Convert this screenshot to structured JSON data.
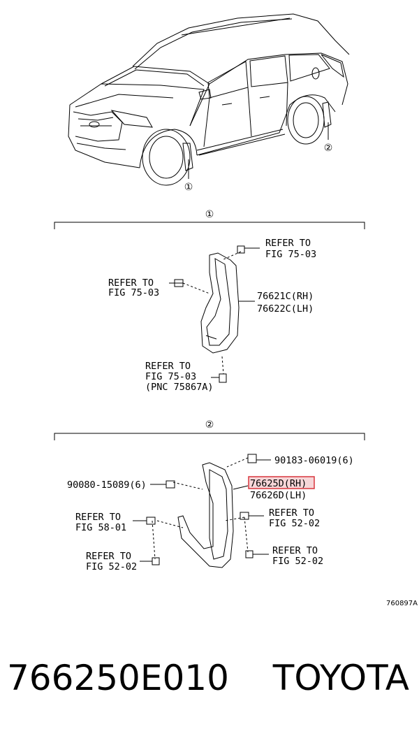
{
  "callouts": {
    "one": "①",
    "two": "②"
  },
  "section1": {
    "heading": "①",
    "refer_top": [
      "REFER TO",
      "FIG 75-03"
    ],
    "refer_left": [
      "REFER TO",
      "FIG 75-03"
    ],
    "refer_bottom": [
      "REFER TO",
      "FIG 75-03",
      "(PNC 75867A)"
    ],
    "part_rh": "76621C(RH)",
    "part_lh": "76622C(LH)"
  },
  "section2": {
    "heading": "②",
    "clip_part": "90183-06019(6)",
    "screw_part": "90080-15089(6)",
    "part_rh": "76625D(RH)",
    "part_lh": "76626D(LH)",
    "refer_left_upper": [
      "REFER TO",
      "FIG 58-01"
    ],
    "refer_left_lower": [
      "REFER TO",
      "FIG 52-02"
    ],
    "refer_right_upper": [
      "REFER TO",
      "FIG 52-02"
    ],
    "refer_right_lower": [
      "REFER TO",
      "FIG 52-02"
    ]
  },
  "illustration_code": "760897A",
  "footer": {
    "part_number": "766250E010",
    "brand": "TOYOTA"
  },
  "colors": {
    "highlight": "#d9363e",
    "highlight_fill": "#f6d6d8",
    "line": "#000000"
  }
}
